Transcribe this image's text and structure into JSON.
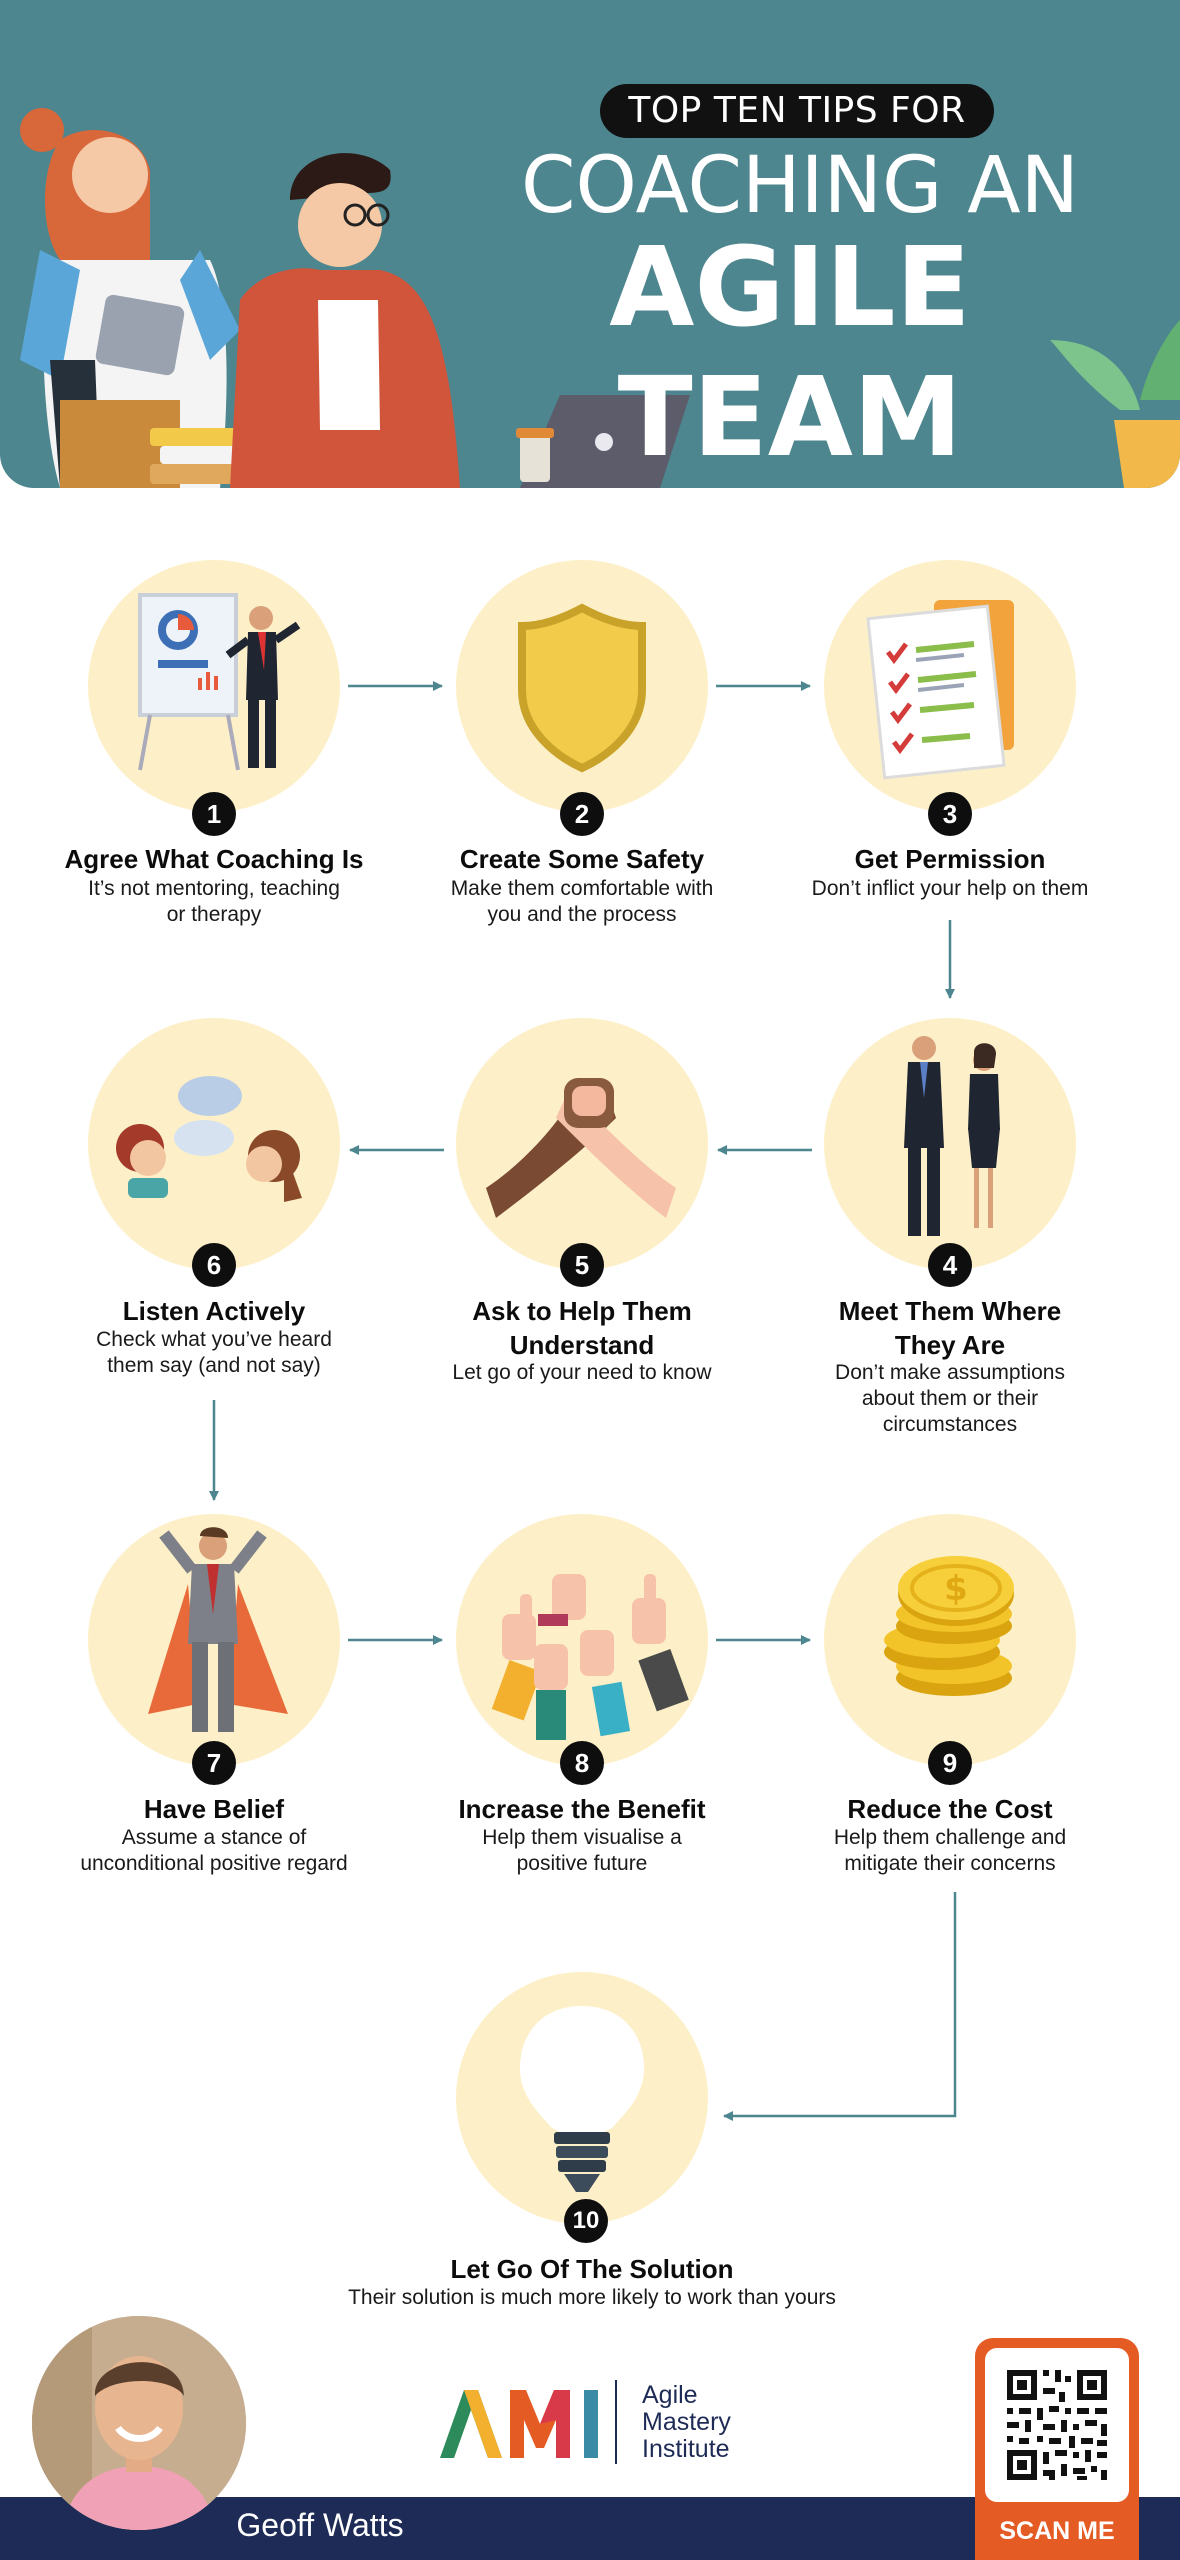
{
  "header": {
    "pill_text": "TOP TEN TIPS FOR",
    "title_line1": "COACHING AN",
    "title_line2": "AGILE TEAM"
  },
  "tips": [
    {
      "number": "1",
      "title": "Agree What Coaching Is",
      "desc_line1": "It’s not mentoring, teaching",
      "desc_line2": "or therapy",
      "desc_line3": "",
      "title_line2": ""
    },
    {
      "number": "2",
      "title": "Create Some Safety",
      "desc_line1": "Make them comfortable with",
      "desc_line2": "you and the process",
      "desc_line3": "",
      "title_line2": ""
    },
    {
      "number": "3",
      "title": "Get Permission",
      "desc_line1": "Don’t inflict your help on them",
      "desc_line2": "",
      "desc_line3": "",
      "title_line2": ""
    },
    {
      "number": "4",
      "title": "Meet Them Where",
      "title_line2": "They Are",
      "desc_line1": "Don’t make assumptions",
      "desc_line2": "about them or their",
      "desc_line3": "circumstances"
    },
    {
      "number": "5",
      "title": "Ask to Help Them",
      "title_line2": "Understand",
      "desc_line1": "Let go of your need to know",
      "desc_line2": "",
      "desc_line3": ""
    },
    {
      "number": "6",
      "title": "Listen Actively",
      "title_line2": "",
      "desc_line1": "Check what you’ve heard",
      "desc_line2": "them say (and not say)",
      "desc_line3": ""
    },
    {
      "number": "7",
      "title": "Have Belief",
      "title_line2": "",
      "desc_line1": "Assume a stance of",
      "desc_line2": "unconditional positive regard",
      "desc_line3": ""
    },
    {
      "number": "8",
      "title": "Increase the Benefit",
      "title_line2": "",
      "desc_line1": "Help them visualise a",
      "desc_line2": "positive future",
      "desc_line3": ""
    },
    {
      "number": "9",
      "title": "Reduce the Cost",
      "title_line2": "",
      "desc_line1": "Help them challenge and",
      "desc_line2": "mitigate their concerns",
      "desc_line3": ""
    },
    {
      "number": "10",
      "title": "Let Go Of The Solution",
      "title_line2": "",
      "desc_line1": "Their solution is much more likely to work than yours",
      "desc_line2": "",
      "desc_line3": ""
    }
  ],
  "footer": {
    "person_name": "Geoff Watts",
    "logo_letters": "AMI",
    "logo_line1": "Agile",
    "logo_line2": "Mastery",
    "logo_line3": "Institute",
    "qr_label": "SCAN ME"
  },
  "colors": {
    "header_bg": "#4d868e",
    "circle_bg": "#fdf0c8",
    "arrow": "#4d868e",
    "footer_bar": "#1e2b56",
    "qr_orange": "#e55b24"
  }
}
